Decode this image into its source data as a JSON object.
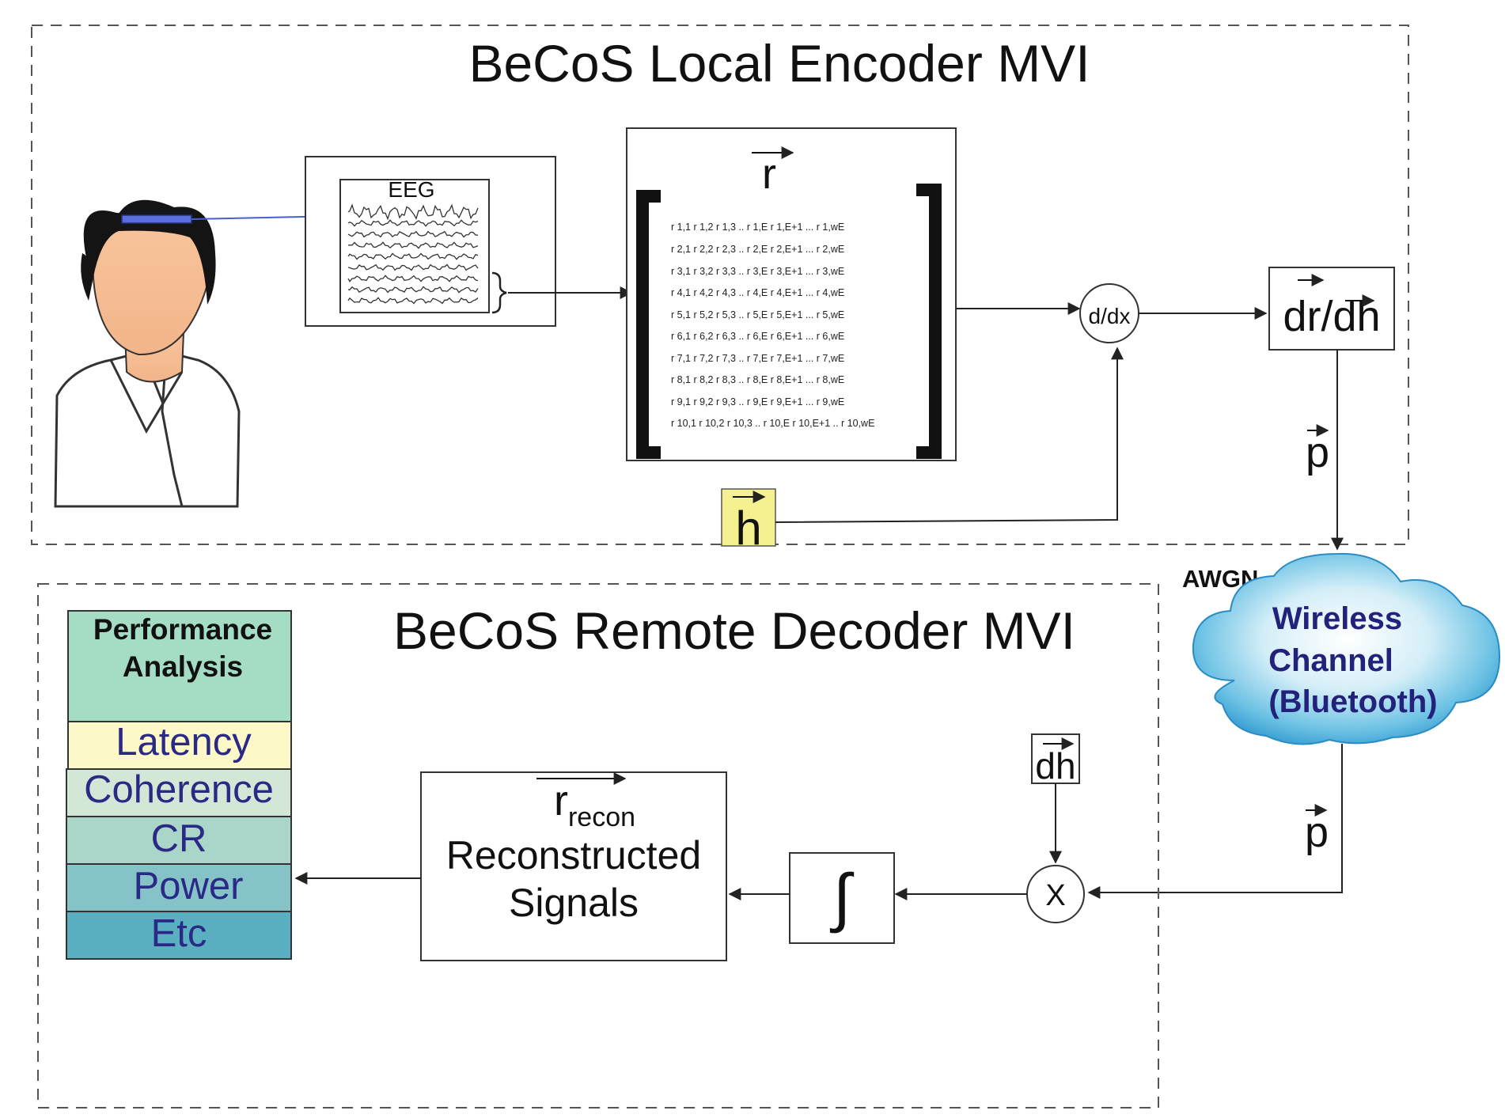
{
  "encoder": {
    "title": "BeCoS Local Encoder MVI",
    "eeg_label": "EEG",
    "r_vector": "r",
    "h_vector": "h",
    "derivative_op": "d/dx",
    "derivative_output": "dr/dh",
    "p_vector": "p",
    "matrix_rows": [
      "r 1,1 r 1,2 r 1,3 .. r 1,E r 1,E+1 ... r 1,wE",
      "r 2,1 r 2,2 r 2,3 .. r 2,E r 2,E+1 ... r 2,wE",
      "r 3,1 r 3,2 r 3,3 .. r 3,E r 3,E+1 ... r 3,wE",
      "r 4,1 r 4,2 r 4,3 .. r 4,E r 4,E+1 ... r 4,wE",
      "r 5,1 r 5,2 r 5,3 .. r 5,E r 5,E+1 ... r 5,wE",
      "r 6,1 r 6,2 r 6,3 .. r 6,E r 6,E+1 ... r 6,wE",
      "r 7,1 r 7,2 r 7,3 .. r 7,E r 7,E+1 ... r 7,wE",
      "r 8,1 r 8,2 r 8,3 .. r 8,E r 8,E+1 ... r 8,wE",
      "r 9,1 r 9,2 r 9,3 .. r 9,E r 9,E+1 ... r 9,wE",
      "r 10,1 r 10,2 r 10,3 .. r 10,E r 10,E+1 .. r 10,wE"
    ]
  },
  "channel": {
    "noise_label": "AWGN",
    "line1": "Wireless",
    "line2": "Channel",
    "line3": "(Bluetooth)",
    "p_vector": "p"
  },
  "decoder": {
    "title": "BeCoS Remote Decoder MVI",
    "dh_label": "dh",
    "multiply_op": "X",
    "integral_op": "∫",
    "recon_r": "r",
    "recon_sub": "recon",
    "recon_line1": "Reconstructed",
    "recon_line2": "Signals"
  },
  "performance": {
    "header_line1": "Performance",
    "header_line2": "Analysis",
    "items": [
      "Latency",
      "Coherence",
      "CR",
      "Power",
      "Etc"
    ]
  },
  "colors": {
    "header_bg": "#a5dcc4",
    "latency_bg": "#fdf8c8",
    "coherence_bg": "#d2e7d5",
    "cr_bg": "#a9d6c8",
    "power_bg": "#86c3c8",
    "etc_bg": "#5ab0c0",
    "item_text": "#2a2a86",
    "cloud_text": "#22227a",
    "h_box": "#f6f190"
  }
}
